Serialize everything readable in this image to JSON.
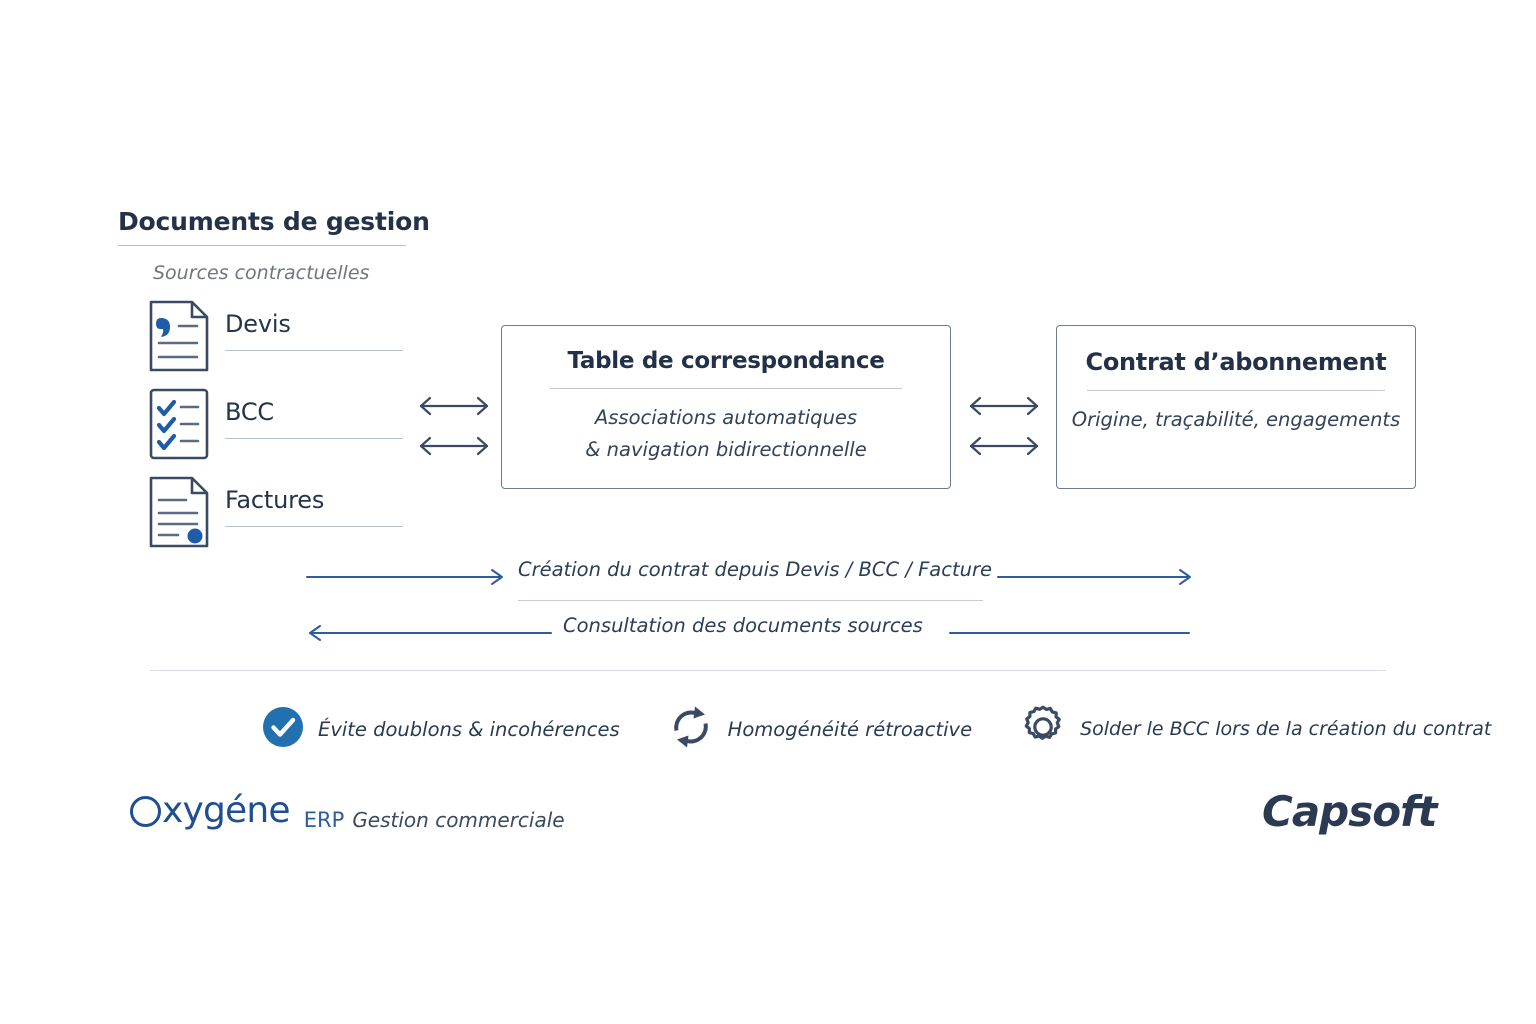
{
  "header": {
    "title": "Documents de gestion",
    "subtitle": "Sources contractuelles"
  },
  "sources": {
    "items": [
      {
        "label": "Devis",
        "icon": "document-quote-icon"
      },
      {
        "label": "BCC",
        "icon": "document-checklist-icon"
      },
      {
        "label": "Factures",
        "icon": "document-invoice-icon"
      }
    ]
  },
  "boxes": {
    "mapping": {
      "title": "Table de correspondance",
      "sub_line1": "Associations automatiques",
      "sub_line2": "& navigation bidirectionnelle"
    },
    "contract": {
      "title": "Contrat d’abonnement",
      "sub_line1": "Origine, traçabilité, engagements"
    }
  },
  "connectors": {
    "left_pair": "bidirectional-arrow-pair",
    "right_pair": "bidirectional-arrow-pair"
  },
  "flows": [
    {
      "label": "Création du contrat depuis Devis / BCC / Facture",
      "direction": "right"
    },
    {
      "label": "Consultation des documents sources",
      "direction": "left"
    }
  ],
  "features": [
    {
      "icon": "check-circle-icon",
      "text": "Évite doublons & incohérences"
    },
    {
      "icon": "refresh-cycle-icon",
      "text": "Homogénéité rétroactive"
    },
    {
      "icon": "gear-icon",
      "text": "Solder le BCC lors de la création du contrat"
    }
  ],
  "footer": {
    "oxygene_o": "O",
    "oxygene_rest": "xygéne",
    "erp": "ERP",
    "tagline": "Gestion commerciale",
    "capsoft": "Capsoft"
  },
  "colors": {
    "background": "#ffffff",
    "ink": "#233248",
    "muted": "#6f7680",
    "rule": "#c9ccd6",
    "box_border": "#6b7a90",
    "accent_blue": "#1f4f93",
    "arrow_blue": "#2d5d9e",
    "icon_navy": "#3a4a63",
    "check_fill": "#2170b0"
  }
}
